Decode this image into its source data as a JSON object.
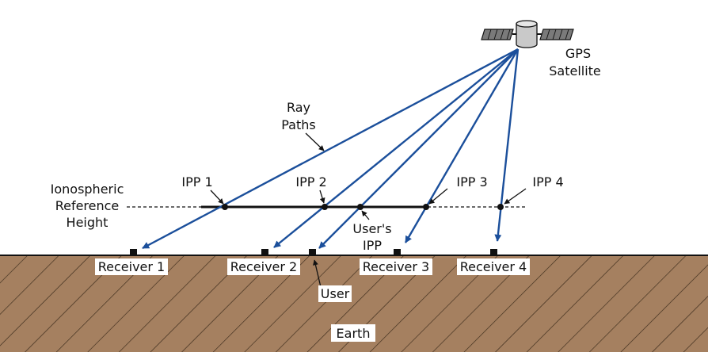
{
  "colors": {
    "ray": "#1b4f9b",
    "earth": "#a58060",
    "earth_hatch": "#3a2a1a",
    "panel": "#7a7a7a",
    "ink": "#111111"
  },
  "labels": {
    "satellite": [
      "GPS",
      "Satellite"
    ],
    "ray_paths": [
      "Ray",
      "Paths"
    ],
    "iono_height": [
      "Ionospheric",
      "Reference",
      "Height"
    ],
    "ipp1": "IPP 1",
    "ipp2": "IPP 2",
    "ipp3": "IPP 3",
    "ipp4": "IPP 4",
    "users_ipp": [
      "User's",
      "IPP"
    ],
    "receiver1": "Receiver 1",
    "receiver2": "Receiver 2",
    "receiver3": "Receiver 3",
    "receiver4": "Receiver 4",
    "user": "User",
    "earth": "Earth"
  },
  "icons": {
    "satellite": "gps-satellite-icon",
    "receiver": "receiver-square-icon"
  }
}
